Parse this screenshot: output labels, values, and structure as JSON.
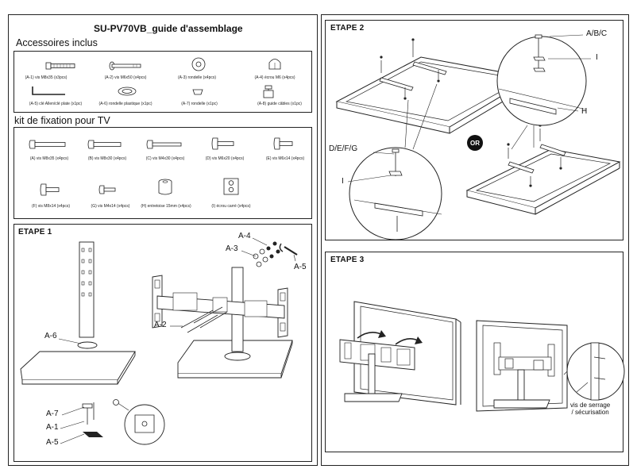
{
  "document": {
    "title": "SU-PV70VB_guide d'assemblage"
  },
  "accessories": {
    "heading": "Accessoires inclus",
    "items": [
      {
        "caption": "(A-1) vis M8x35 (x3pcs)"
      },
      {
        "caption": "(A-2) vis M6x50 (x4pcs)"
      },
      {
        "caption": "(A-3) rondelle (x4pcs)"
      },
      {
        "caption": "(A-4) écrou M6 (x4pcs)"
      },
      {
        "caption": "(A-5) clé Allen/clé plate (x1pc)"
      },
      {
        "caption": "(A-6) rondelle plastique (x1pc)"
      },
      {
        "caption": "(A-7) rondelle (x1pc)"
      },
      {
        "caption": "(A-8) guide câbles (x1pc)"
      }
    ]
  },
  "kit": {
    "heading": "kit de fixation pour TV",
    "items": [
      {
        "caption": "(A) vis M8x35 (x4pcs)"
      },
      {
        "caption": "(B) vis M8x30 (x4pcs)"
      },
      {
        "caption": "(C) vis M4x30 (x4pcs)"
      },
      {
        "caption": "(D) vis M6x20 (x4pcs)"
      },
      {
        "caption": "(E) vis M6x14 (x4pcs)"
      },
      {
        "caption": "(F) vis M8x14 (x4pcs)"
      },
      {
        "caption": "(G) vis M4x14 (x4pcs)"
      },
      {
        "caption": "(H) entretoise 15mm (x4pcs)"
      },
      {
        "caption": "(I) écrou carré (x4pcs)"
      }
    ]
  },
  "step1": {
    "heading": "ETAPE 1",
    "labels": {
      "a4": "A-4",
      "a3": "A-3",
      "a5_top": "A-5",
      "a2": "A-2",
      "a6": "A-6",
      "a7": "A-7",
      "a1": "A-1",
      "a5_bottom": "A-5"
    }
  },
  "step2": {
    "heading": "ETAPE 2",
    "labels": {
      "abc": "A/B/C",
      "i_top": "I",
      "h": "H",
      "defg": "D/E/F/G",
      "i_left": "I",
      "or": "OR"
    }
  },
  "step3": {
    "heading": "ETAPE 3",
    "tighten_line1": "vis de serrage",
    "tighten_line2": "/ sécurisation"
  }
}
